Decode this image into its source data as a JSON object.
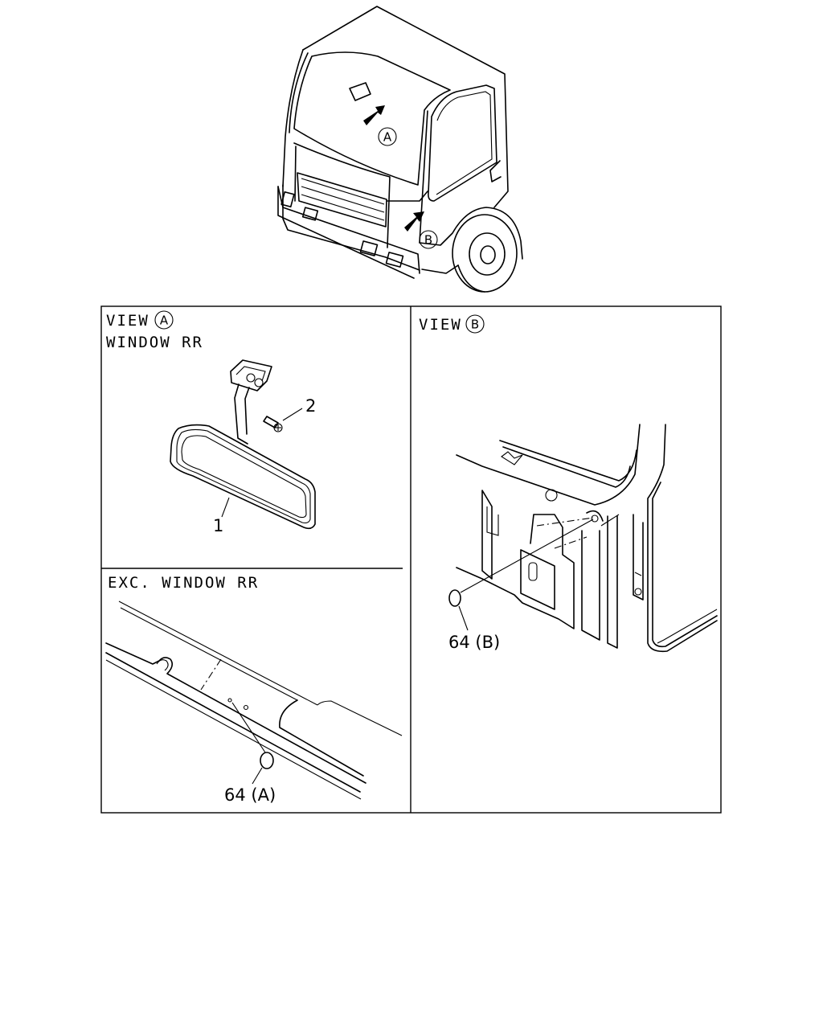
{
  "truck": {
    "marker_a": "A",
    "marker_b": "B"
  },
  "panel_view_a": {
    "view_word": "VIEW",
    "view_letter": "A",
    "subtitle": "WINDOW RR",
    "callout_mirror": "1",
    "callout_screw": "2"
  },
  "panel_exc": {
    "subtitle": "EXC. WINDOW RR",
    "callout_plug": "64 (A)"
  },
  "panel_view_b": {
    "view_word": "VIEW",
    "view_letter": "B",
    "callout_plug": "64 (B)"
  }
}
